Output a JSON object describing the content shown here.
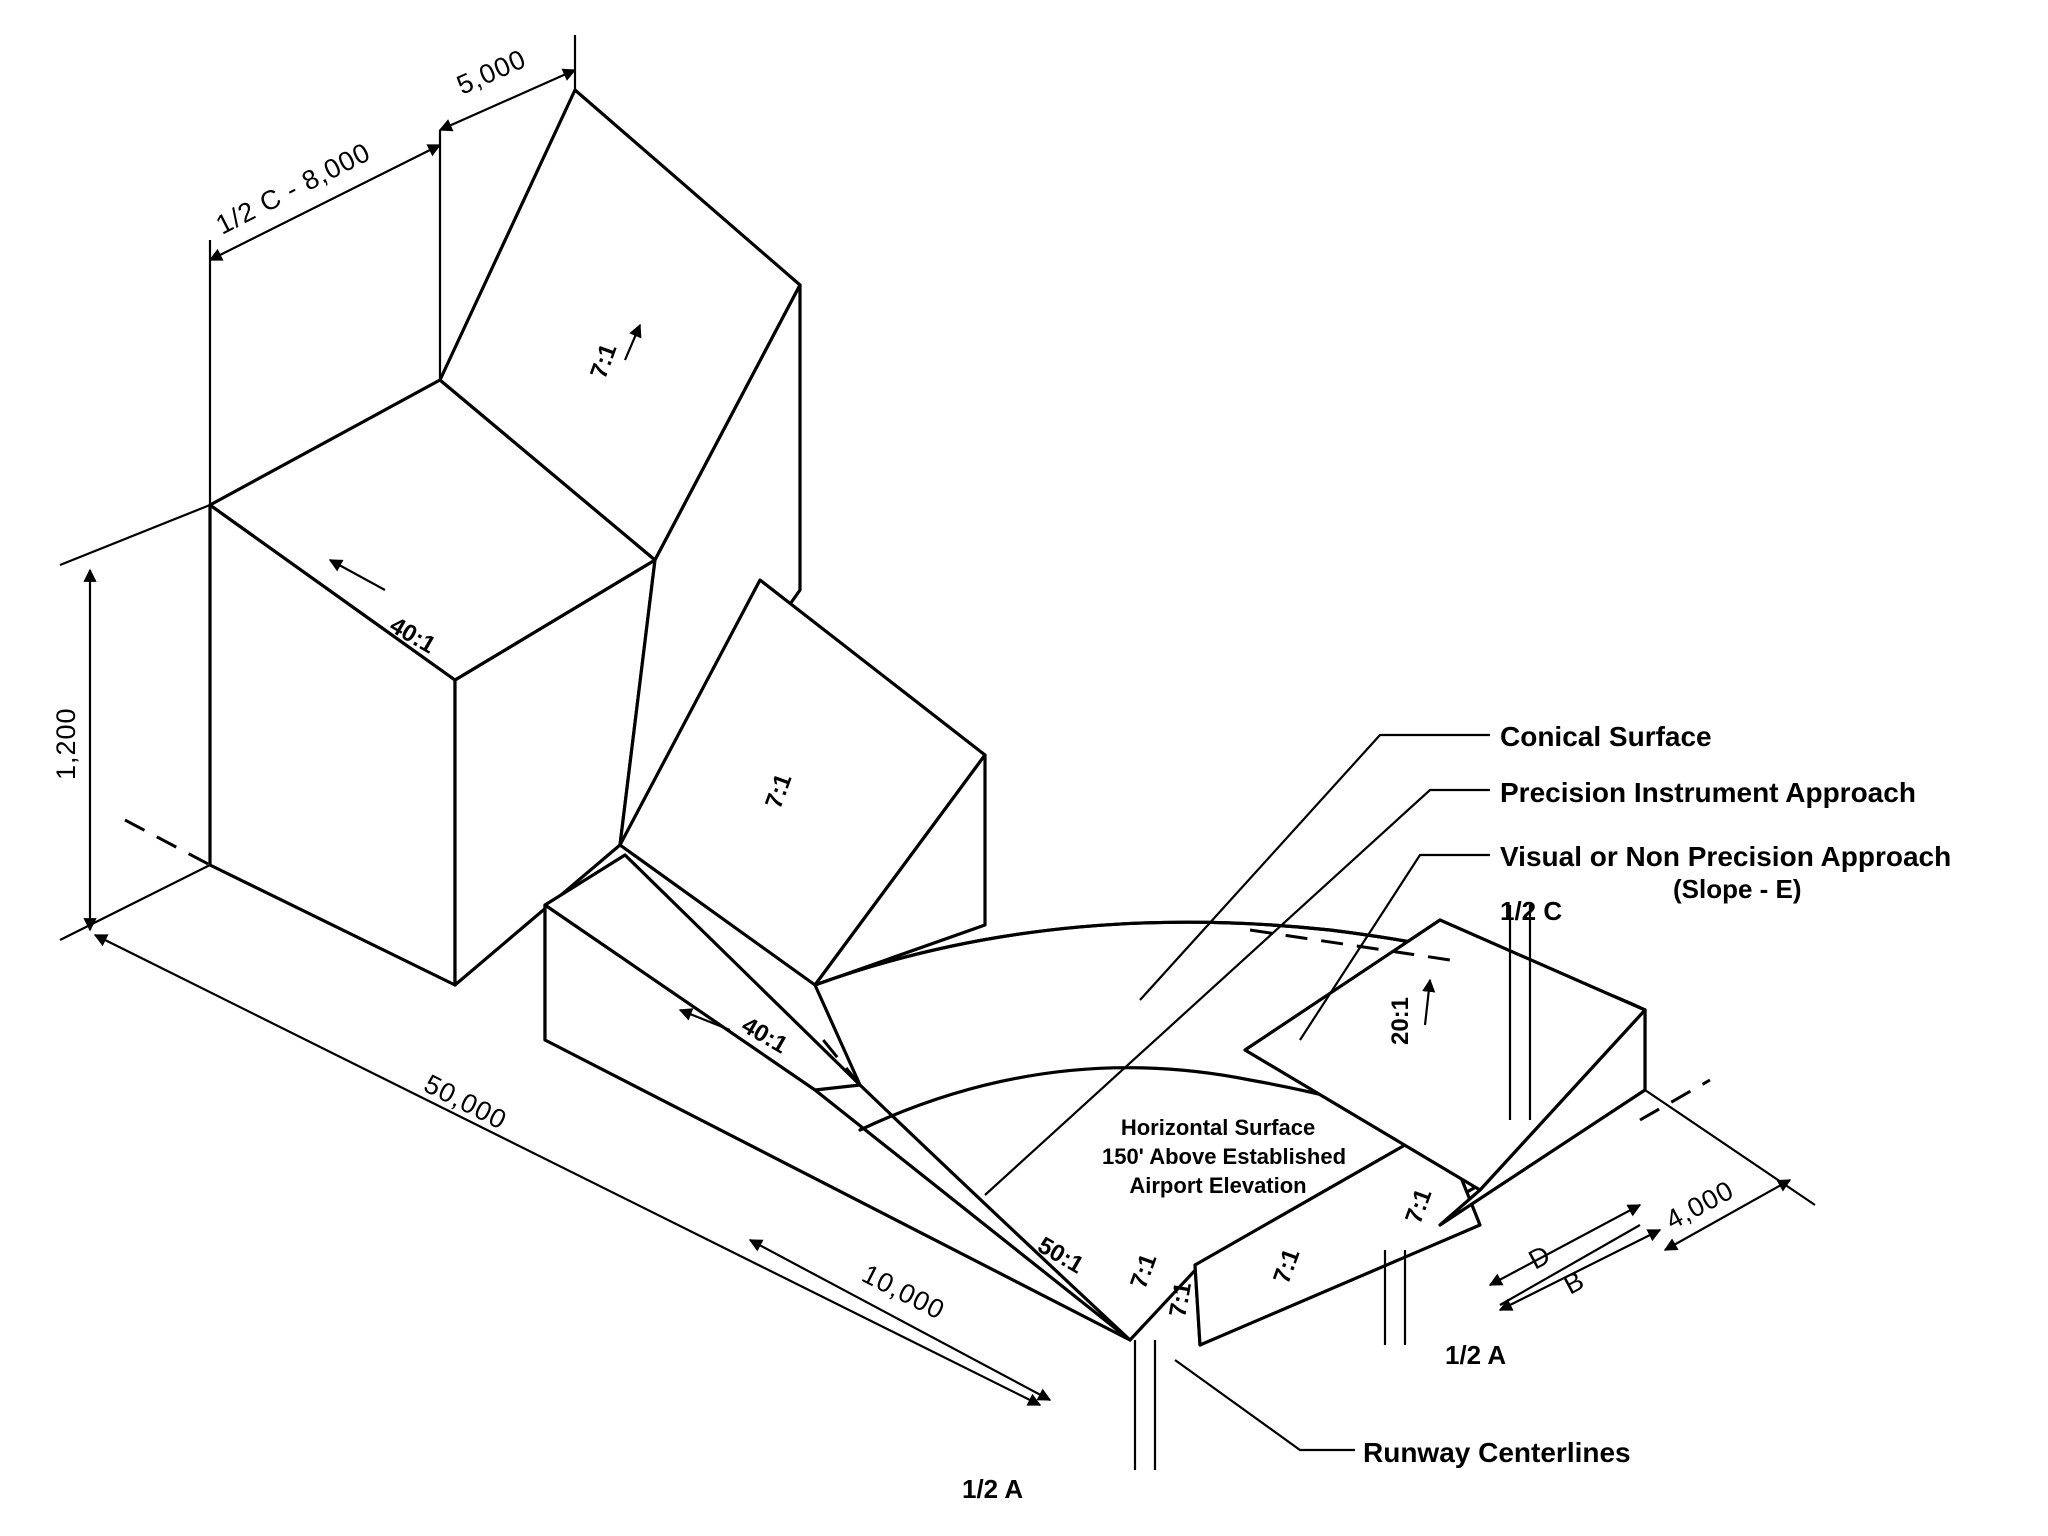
{
  "labels": {
    "conical": "Conical Surface",
    "precision": "Precision Instrument Approach",
    "visual_line1": "Visual or Non Precision Approach",
    "visual_line2": "(Slope - E)",
    "horizontal_line1": "Horizontal Surface",
    "horizontal_line2": "150' Above Established",
    "horizontal_line3": "Airport Elevation",
    "runway_centerlines": "Runway Centerlines"
  },
  "dimensions": {
    "half_c_8000": "1/2 C - 8,000",
    "d5000": "5,000",
    "d1200": "1,200",
    "d50000": "50,000",
    "d10000": "10,000",
    "d4000": "4,000",
    "half_c": "1/2 C",
    "half_a_bottom": "1/2 A",
    "half_a_right": "1/2 A",
    "d": "D",
    "b": "B"
  },
  "slopes": {
    "s7_top": "7:1",
    "s7_mid": "7:1",
    "s40_top": "40:1",
    "s40_low": "40:1",
    "s50": "50:1",
    "s20": "20:1",
    "s7_a": "7:1",
    "s7_b": "7:1",
    "s7_c": "7:1",
    "s7_d": "7:1"
  }
}
